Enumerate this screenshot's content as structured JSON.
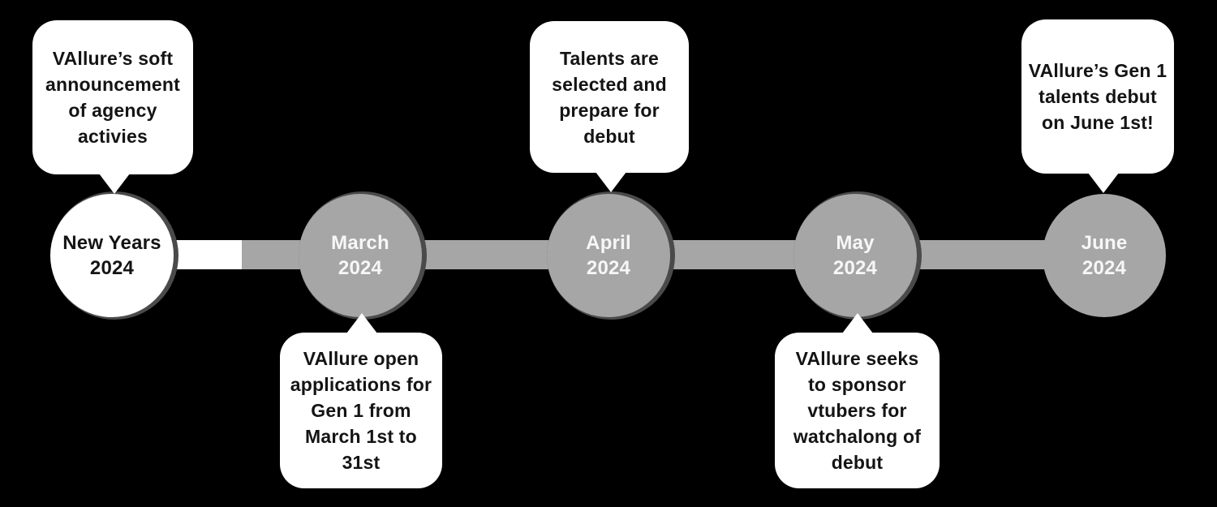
{
  "timeline": {
    "nodes": [
      {
        "id": "new-years",
        "label": "New Years\n2024",
        "style": "white"
      },
      {
        "id": "march",
        "label": "March\n2024",
        "style": "gray-shadow"
      },
      {
        "id": "april",
        "label": "April\n2024",
        "style": "gray-shadow"
      },
      {
        "id": "may",
        "label": "May\n2024",
        "style": "gray-shadow"
      },
      {
        "id": "june",
        "label": "June\n2024",
        "style": "gray-flat"
      }
    ],
    "callouts": [
      {
        "for": "new-years",
        "position": "above",
        "text": "VAllure’s soft\nannouncement\nof agency\nactivies"
      },
      {
        "for": "march",
        "position": "below",
        "text": "VAllure open\napplications for\nGen 1 from\nMarch 1st to\n31st"
      },
      {
        "for": "april",
        "position": "above",
        "text": "Talents are\nselected and\nprepare for\ndebut"
      },
      {
        "for": "may",
        "position": "below",
        "text": "VAllure seeks\nto sponsor\nvtubers for\nwatchalong of\ndebut"
      },
      {
        "for": "june",
        "position": "above",
        "text": "VAllure’s Gen 1\ntalents debut\non June 1st!"
      }
    ],
    "colors": {
      "background": "#000000",
      "bar_white_segment": "#ffffff",
      "bar_gray_segment": "#a6a6a6",
      "node_gray_fill": "#a6a6a6",
      "node_white_fill": "#ffffff",
      "node_shadow_ring": "#4a4a4a",
      "callout_fill": "#ffffff",
      "text_dark": "#141414",
      "text_light": "#f7f7f7"
    }
  }
}
